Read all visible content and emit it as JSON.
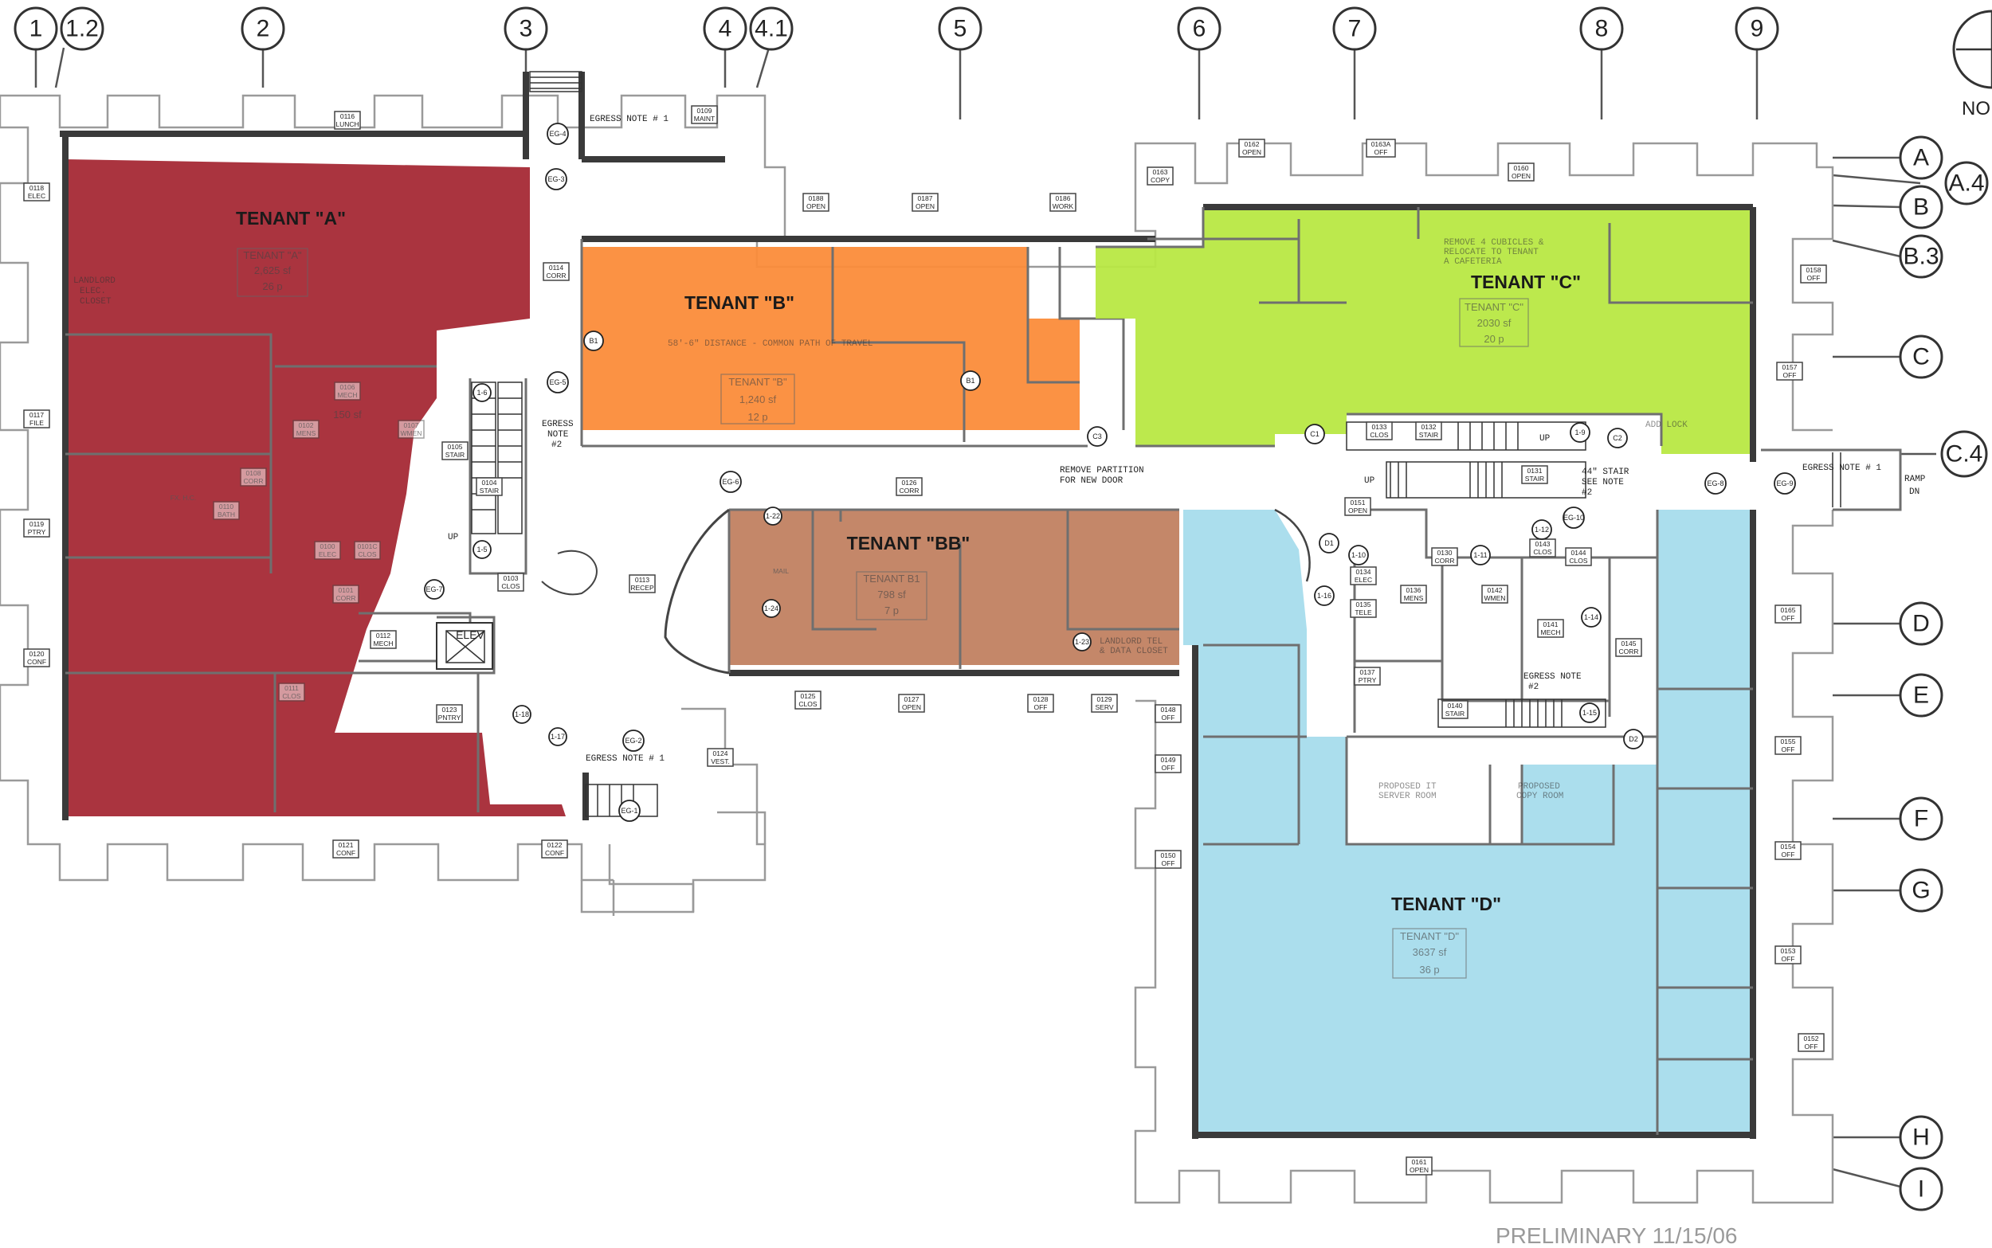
{
  "grid_columns": [
    "1",
    "1.2",
    "2",
    "3",
    "4",
    "4.1",
    "5",
    "6",
    "7",
    "8",
    "9"
  ],
  "grid_rows": [
    "A",
    "A.4",
    "B",
    "B.3",
    "C",
    "C.4",
    "D",
    "E",
    "F",
    "G",
    "H",
    "I"
  ],
  "north_label": "NO",
  "colors": {
    "tenant_a": "#a3232f",
    "tenant_b": "#fb8c3a",
    "tenant_bb": "#bf7d5c",
    "tenant_c": "#b8e843",
    "tenant_d": "#a7dcec"
  },
  "tenants": [
    {
      "id": "a",
      "name": "TENANT \"A\"",
      "area_label": "TENANT \"A\"",
      "area": "2,625 sf",
      "occupants": "26 p"
    },
    {
      "id": "b",
      "name": "TENANT \"B\"",
      "area_label": "TENANT \"B\"",
      "area": "1,240 sf",
      "occupants": "12 p"
    },
    {
      "id": "bb",
      "name": "TENANT \"BB\"",
      "area_label": "TENANT B1",
      "area": "798 sf",
      "occupants": "7 p"
    },
    {
      "id": "c",
      "name": "TENANT \"C\"",
      "area_label": "TENANT \"C\"",
      "area": "2030 sf",
      "occupants": "20 p"
    },
    {
      "id": "d",
      "name": "TENANT \"D\"",
      "area_label": "TENANT \"D\"",
      "area": "3637 sf",
      "occupants": "36 p"
    }
  ],
  "rooms": [
    {
      "num": "0116",
      "name": "LUNCH"
    },
    {
      "num": "0118",
      "name": "ELEC"
    },
    {
      "num": "0117",
      "name": "FILE"
    },
    {
      "num": "0119",
      "name": "PTRY"
    },
    {
      "num": "0120",
      "name": "CONF"
    },
    {
      "num": "0121",
      "name": "CONF"
    },
    {
      "num": "0122",
      "name": "CONF"
    },
    {
      "num": "0109",
      "name": "MAINT"
    },
    {
      "num": "0114",
      "name": "CORR"
    },
    {
      "num": "0188",
      "name": "OPEN"
    },
    {
      "num": "0187",
      "name": "OPEN"
    },
    {
      "num": "0186",
      "name": "WORK"
    },
    {
      "num": "0163",
      "name": "COPY"
    },
    {
      "num": "0162",
      "name": "OPEN"
    },
    {
      "num": "0163A",
      "name": "OFF"
    },
    {
      "num": "0160",
      "name": "OPEN"
    },
    {
      "num": "0158",
      "name": "OFF"
    },
    {
      "num": "0157",
      "name": "OFF"
    },
    {
      "num": "0133",
      "name": "CLOS"
    },
    {
      "num": "0132",
      "name": "STAIR"
    },
    {
      "num": "0131",
      "name": "STAIR"
    },
    {
      "num": "0105",
      "name": "STAIR"
    },
    {
      "num": "0104",
      "name": "STAIR"
    },
    {
      "num": "0103",
      "name": "CLOS"
    },
    {
      "num": "0113",
      "name": "RECEP"
    },
    {
      "num": "0126",
      "name": "CORR"
    },
    {
      "num": "0112",
      "name": "MECH"
    },
    {
      "num": "0123",
      "name": "PNTRY"
    },
    {
      "num": "0124",
      "name": "VEST."
    },
    {
      "num": "0125",
      "name": "CLOS"
    },
    {
      "num": "0127",
      "name": "OPEN"
    },
    {
      "num": "0128",
      "name": "OFF"
    },
    {
      "num": "0129",
      "name": "SERV"
    },
    {
      "num": "0148",
      "name": "OFF"
    },
    {
      "num": "0149",
      "name": "OFF"
    },
    {
      "num": "0150",
      "name": "OFF"
    },
    {
      "num": "0151",
      "name": "OPEN"
    },
    {
      "num": "0130",
      "name": "CORR"
    },
    {
      "num": "0143",
      "name": "CLOS"
    },
    {
      "num": "0144",
      "name": "CLOS"
    },
    {
      "num": "0134",
      "name": "ELEC"
    },
    {
      "num": "0135",
      "name": "TELE"
    },
    {
      "num": "0136",
      "name": "MENS"
    },
    {
      "num": "0142",
      "name": "WMEN"
    },
    {
      "num": "0141",
      "name": "MECH"
    },
    {
      "num": "0137",
      "name": "PTRY"
    },
    {
      "num": "0140",
      "name": "STAIR"
    },
    {
      "num": "0145",
      "name": "CORR"
    },
    {
      "num": "0155",
      "name": "OFF"
    },
    {
      "num": "0154",
      "name": "OFF"
    },
    {
      "num": "0153",
      "name": "OFF"
    },
    {
      "num": "0152",
      "name": "OFF"
    },
    {
      "num": "0161",
      "name": "OPEN"
    },
    {
      "num": "0165",
      "name": "OFF"
    },
    {
      "num": "0106",
      "name": "MECH"
    },
    {
      "num": "0107",
      "name": "WMEN"
    },
    {
      "num": "0102",
      "name": "MENS"
    },
    {
      "num": "0108",
      "name": "CORR"
    },
    {
      "num": "0110",
      "name": "BATH"
    },
    {
      "num": "0111",
      "name": "CLOS"
    },
    {
      "num": "0101",
      "name": "CORR"
    },
    {
      "num": "0100",
      "name": "ELEC"
    },
    {
      "num": "0101C",
      "name": "CLOS"
    }
  ],
  "notes": {
    "egress_1_top": "EGRESS NOTE # 1",
    "egress_1_bottom": "EGRESS NOTE # 1",
    "egress_1_right": "EGRESS NOTE # 1",
    "egress_2_left_1": "EGRESS",
    "egress_2_left_2": "NOTE",
    "egress_2_left_3": "#2",
    "egress_2_right_1": "EGRESS NOTE",
    "egress_2_right_2": "#2",
    "stair_44_1": "44\" STAIR",
    "stair_44_2": "SEE NOTE",
    "stair_44_3": "#2",
    "remove_partition_1": "REMOVE PARTITION",
    "remove_partition_2": "FOR NEW DOOR",
    "common_path": "58'-6\" DISTANCE - COMMON PATH OF TRAVEL",
    "cubicles_1": "REMOVE 4 CUBICLES &",
    "cubicles_2": "RELOCATE TO TENANT",
    "cubicles_3": "A CAFETERIA",
    "add_lock": "ADD LOCK",
    "ramp_1": "RAMP",
    "ramp_2": "DN",
    "landlord_elec_1": "LANDLORD",
    "landlord_elec_2": "ELEC.",
    "landlord_elec_3": "CLOSET",
    "landlord_tel_1": "LANDLORD TEL",
    "landlord_tel_2": "& DATA CLOSET",
    "server_1": "PROPOSED IT",
    "server_2": "SERVER ROOM",
    "copy_1": "PROPOSED",
    "copy_2": "COPY ROOM",
    "up_1": "UP",
    "up_2": "UP",
    "up_3": "UP",
    "elev": "ELEV",
    "mech_150": "150 sf",
    "fx_hc": "FX. H.C.",
    "mail": "MAIL"
  },
  "footer": {
    "status": "PRELIMINARY 11/15/06"
  }
}
